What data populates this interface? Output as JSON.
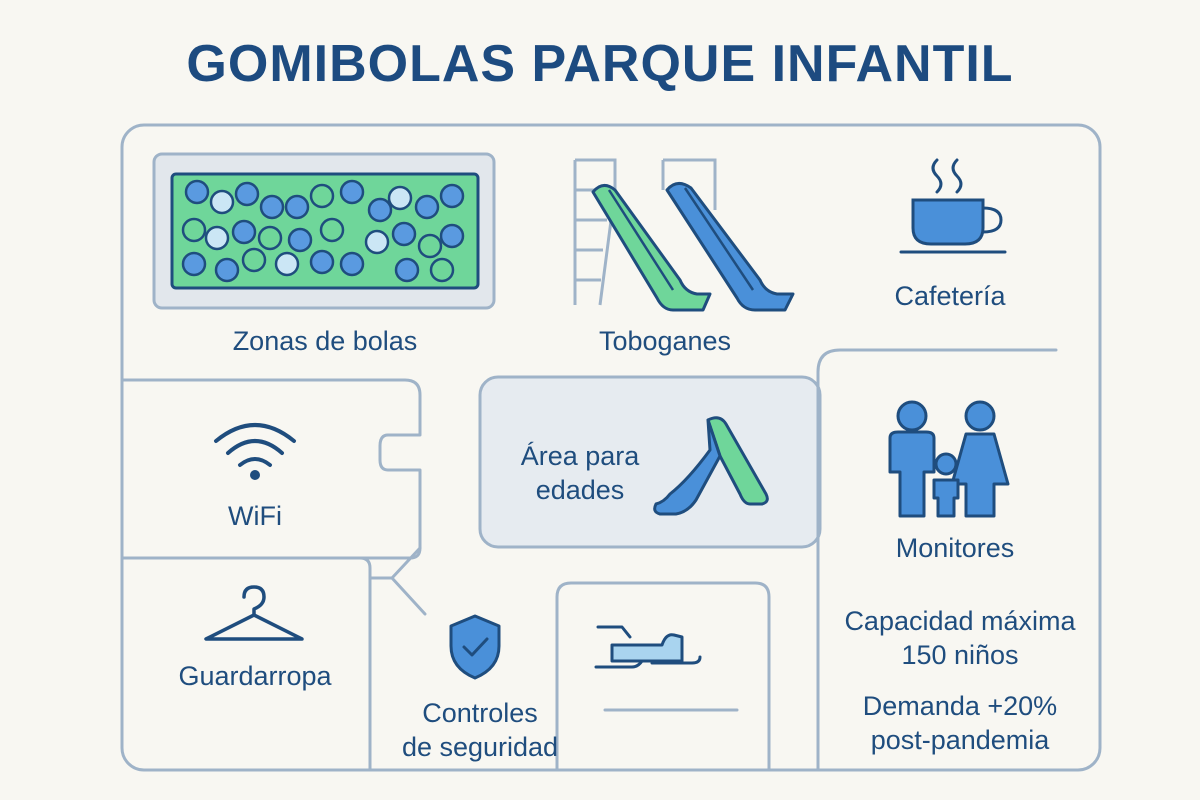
{
  "title": "GOMIBOLAS PARQUE INFANTIL",
  "zones": {
    "ball_pit": "Zonas de bolas",
    "slides": "Toboganes",
    "cafe": "Cafetería",
    "wifi": "WiFi",
    "age_area": [
      "Área para",
      "edades"
    ],
    "monitors": "Monitores",
    "cloakroom": "Guardarropa",
    "safety": [
      "Controles",
      "de seguridad"
    ],
    "capacity": [
      "Capacidad máxima",
      "150 niños"
    ],
    "demand": [
      "Demanda +20%",
      "post-pandemia"
    ]
  },
  "colors": {
    "outline": "#9fb3c8",
    "dark_blue": "#1f4d7e",
    "blue": "#4a90d9",
    "green": "#66cf8e",
    "light_blue": "#a9d4ef"
  },
  "icons": [
    "ball-pit-icon",
    "slides-icon",
    "coffee-cup-icon",
    "wifi-icon",
    "slide-icon",
    "family-icon",
    "hanger-icon",
    "shield-check-icon",
    "ride-on-toy-icon"
  ]
}
